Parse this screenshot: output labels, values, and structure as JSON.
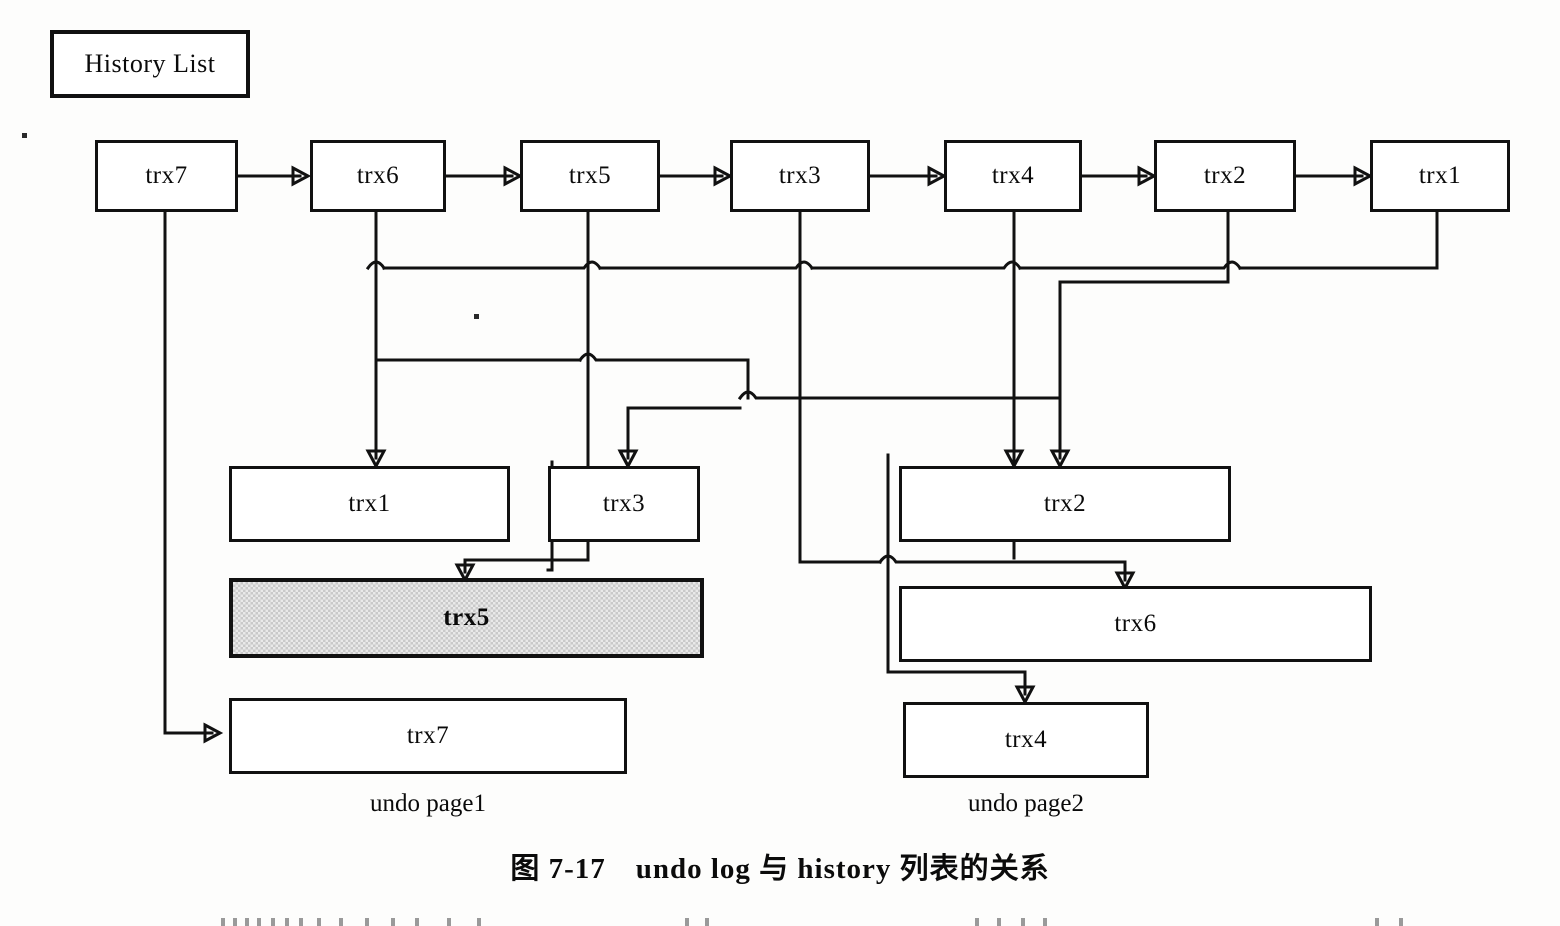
{
  "figure": {
    "caption": "图 7-17　undo log 与 history 列表的关系",
    "header_label": "History List"
  },
  "history_list": {
    "nodes": [
      {
        "label": "trx7"
      },
      {
        "label": "trx6"
      },
      {
        "label": "trx5"
      },
      {
        "label": "trx3"
      },
      {
        "label": "trx4"
      },
      {
        "label": "trx2"
      },
      {
        "label": "trx1"
      }
    ]
  },
  "undo_page1": {
    "label": "undo page1",
    "entries": [
      {
        "label": "trx1",
        "shaded": false
      },
      {
        "label": "trx3",
        "shaded": false
      },
      {
        "label": "trx5",
        "shaded": true
      },
      {
        "label": "trx7",
        "shaded": false
      }
    ]
  },
  "undo_page2": {
    "label": "undo page2",
    "entries": [
      {
        "label": "trx2",
        "shaded": false
      },
      {
        "label": "trx6",
        "shaded": false
      },
      {
        "label": "trx4",
        "shaded": false
      }
    ]
  },
  "colors": {
    "stroke": "#111111",
    "box_fill": "#ffffff",
    "shaded_fill": "#d9d9d9",
    "page_background": "#fdfdfc"
  }
}
